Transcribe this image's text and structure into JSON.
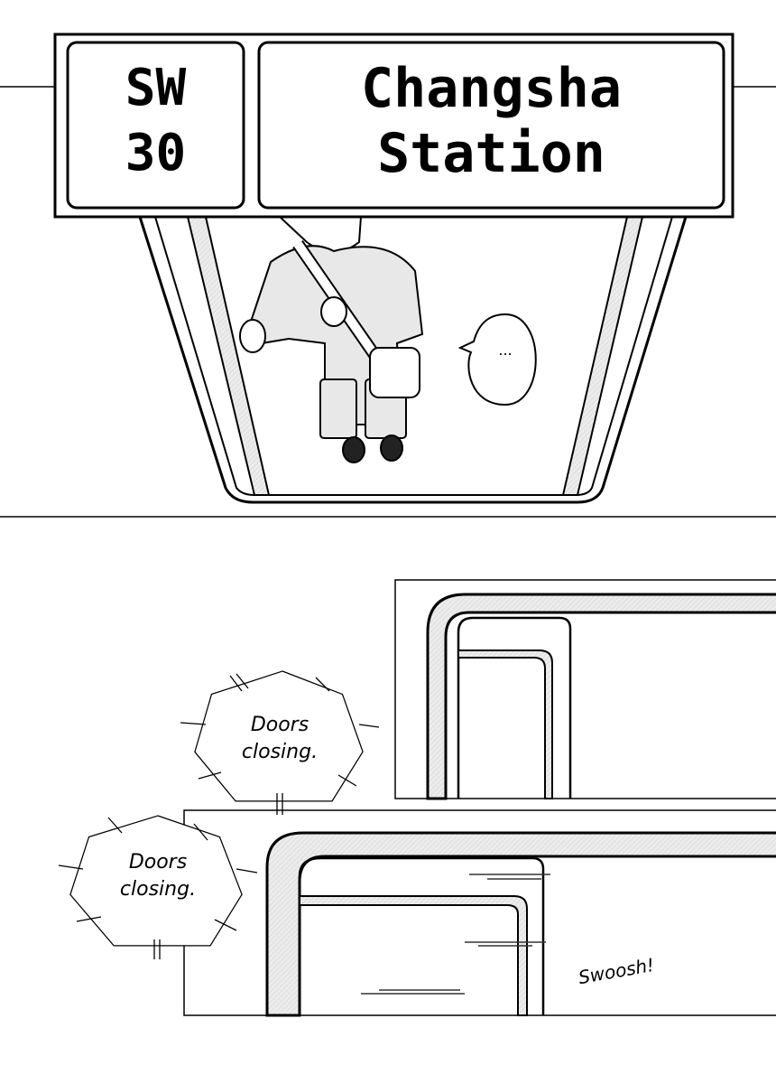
{
  "sign": {
    "code_line1": "SW",
    "code_line2": "30",
    "name_line1": "Changsha",
    "name_line2": "Station"
  },
  "speech": {
    "ellipsis": "..."
  },
  "announcements": [
    {
      "line1": "Doors",
      "line2": "closing."
    },
    {
      "line1": "Doors",
      "line2": "closing."
    }
  ],
  "sfx": {
    "swoosh": "Swoosh!"
  }
}
